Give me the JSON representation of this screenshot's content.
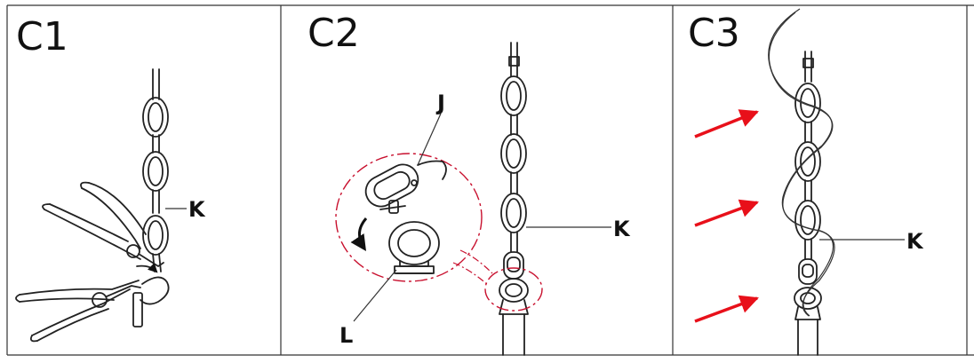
{
  "colors": {
    "border": "#222222",
    "line": "#222222",
    "callout_red": "#c8102e",
    "arrow_red": "#e8101a"
  },
  "panels": [
    {
      "title": "C1",
      "labels": [
        {
          "text": "K"
        }
      ],
      "icons": [
        "chain-icon",
        "pliers-icon",
        "rotate-arrow-icon"
      ]
    },
    {
      "title": "C2",
      "labels": [
        {
          "text": "J"
        },
        {
          "text": "K"
        },
        {
          "text": "L"
        }
      ],
      "icons": [
        "chain-icon",
        "quick-link-icon",
        "eye-bolt-icon",
        "rotate-arrow-icon",
        "magnify-callout-icon"
      ]
    },
    {
      "title": "C3",
      "labels": [
        {
          "text": "K"
        }
      ],
      "icons": [
        "chain-icon",
        "wire-icon",
        "red-arrow-icon"
      ]
    }
  ]
}
